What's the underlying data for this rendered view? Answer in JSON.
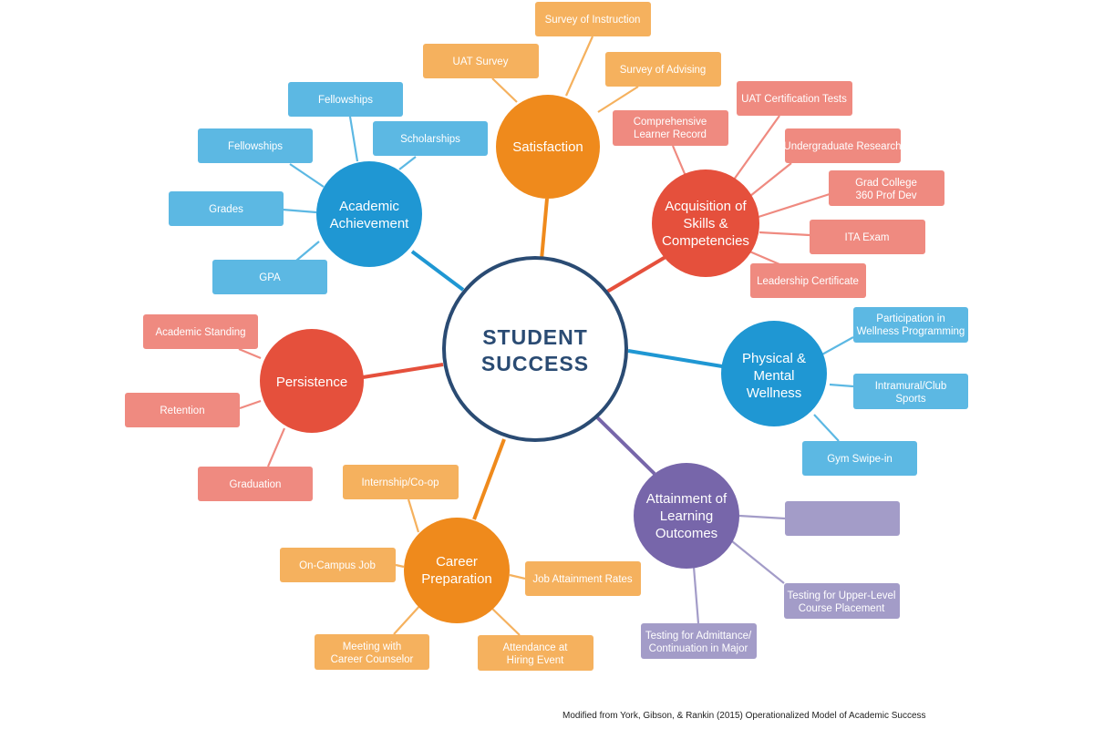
{
  "center": {
    "line1": "STUDENT",
    "line2": "SUCCESS"
  },
  "colors": {
    "satisfaction": "#ef8a1c",
    "satisfaction_box": "#f5b15e",
    "acquisition": "#e5503c",
    "acquisition_box": "#ef8a80",
    "academic": "#1f97d3",
    "academic_box": "#5cb8e3",
    "persistence": "#e5503c",
    "persistence_box": "#ef8a80",
    "physical": "#1f97d3",
    "physical_box": "#5cb8e3",
    "attainment": "#7766aa",
    "attainment_box": "#a39cc8",
    "career": "#ef8a1c",
    "career_box": "#f5b15e",
    "center_ring": "#2a4b73"
  },
  "satisfaction": {
    "label": "Satisfaction",
    "boxes": [
      "Survey of Instruction",
      "UAT Survey",
      "Survey of Advising"
    ]
  },
  "acquisition": {
    "label1": "Acquisition of",
    "label2": "Skills &",
    "label3": "Competencies",
    "boxes": [
      [
        "Comprehensive",
        "Learner Record"
      ],
      [
        "UAT Certification Tests"
      ],
      [
        "Undergraduate Research"
      ],
      [
        "Grad College",
        "360 Prof Dev"
      ],
      [
        "ITA Exam"
      ],
      [
        "Leadership Certificate"
      ]
    ]
  },
  "academic": {
    "label1": "Academic",
    "label2": "Achievement",
    "boxes": [
      "Fellowships",
      "Fellowships",
      "Scholarships",
      "Grades",
      "GPA"
    ]
  },
  "persistence": {
    "label": "Persistence",
    "boxes": [
      "Academic Standing",
      "Retention",
      "Graduation"
    ]
  },
  "physical": {
    "label1": "Physical &",
    "label2": "Mental",
    "label3": "Wellness",
    "boxes": [
      [
        "Participation in",
        "Wellness Programming"
      ],
      [
        "Intramural/Club",
        "Sports"
      ],
      [
        "Gym Swipe-in"
      ]
    ]
  },
  "attainment": {
    "label1": "Attainment of",
    "label2": "Learning",
    "label3": "Outcomes",
    "boxes": [
      [
        ""
      ],
      [
        "Testing for Upper-Level",
        "Course Placement"
      ],
      [
        "Testing for Admittance/",
        "Continuation in Major"
      ]
    ]
  },
  "career": {
    "label1": "Career",
    "label2": "Preparation",
    "boxes": [
      [
        "Internship/Co-op"
      ],
      [
        "On-Campus Job"
      ],
      [
        "Job Attainment Rates"
      ],
      [
        "Meeting with",
        "Career Counselor"
      ],
      [
        "Attendance at",
        "Hiring Event"
      ]
    ]
  },
  "caption": "Modified from York, Gibson, & Rankin (2015) Operationalized Model of Academic Success"
}
